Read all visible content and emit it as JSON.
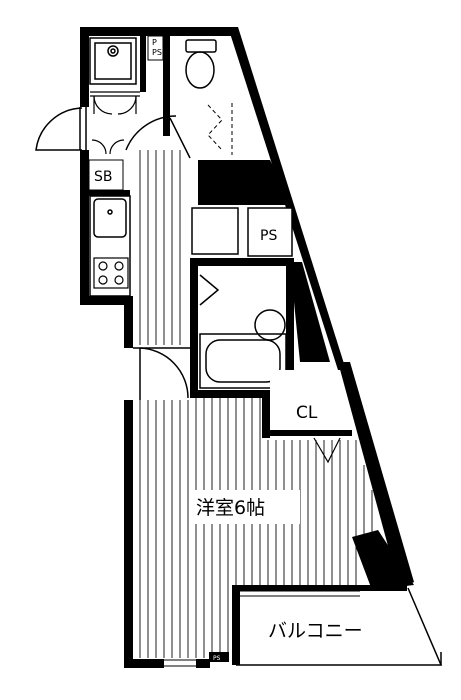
{
  "floor_plan": {
    "rooms": {
      "western_room": "洋室6帖",
      "balcony": "バルコニー",
      "closet": "CL",
      "pipe_space_main": "PS",
      "pipe_space_top": "PS",
      "pipe_space_bottom": "PS",
      "shoe_box": "SB"
    },
    "colors": {
      "wall": "#000000",
      "background": "#ffffff",
      "flooring_lines": "#222222"
    }
  }
}
